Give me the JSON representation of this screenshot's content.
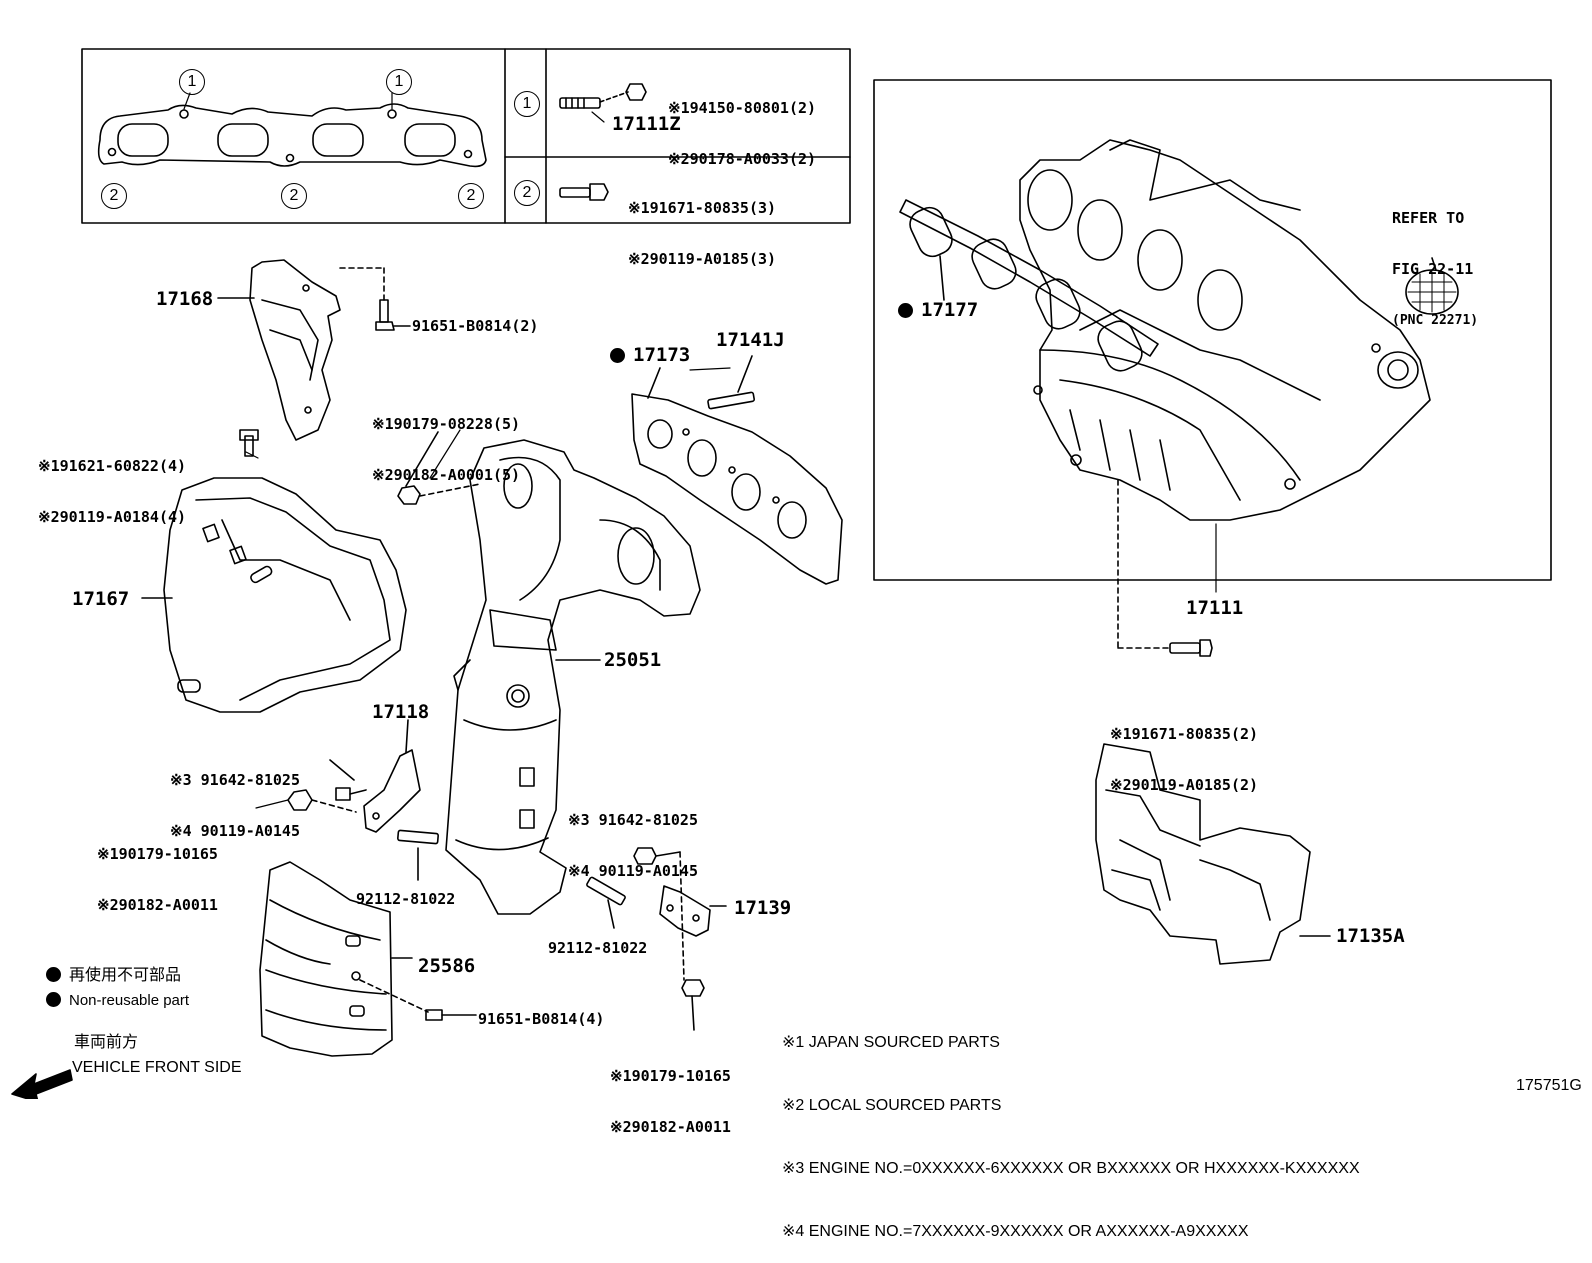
{
  "inset": {
    "callout_1": "1",
    "callout_2": "2",
    "row1": {
      "ref": "1",
      "lines": [
        "※194150-80801(2)",
        "※290178-A0033(2)"
      ],
      "part": "17111Z"
    },
    "row2": {
      "ref": "2",
      "lines": [
        "※191671-80835(3)",
        "※290119-A0185(3)"
      ]
    }
  },
  "parts": {
    "p17168": "17168",
    "p91651_2": "91651-B0814(2)",
    "p17173": "17173",
    "p17141J": "17141J",
    "p17177": "17177",
    "refer": [
      "REFER TO",
      "FIG 22-11",
      "(PNC 22271)"
    ],
    "p17111": "17111",
    "fasteners_a": [
      "※190179-08228(5)",
      "※290182-A0001(5)"
    ],
    "fasteners_b": [
      "※191621-60822(4)",
      "※290119-A0184(4)"
    ],
    "p17167": "17167",
    "p25051": "25051",
    "p17118": "17118",
    "fasteners_c": [
      "※3 91642-81025",
      "※4 90119-A0145"
    ],
    "fasteners_d": [
      "※190179-10165",
      "※290182-A0011"
    ],
    "fasteners_e": [
      "※3 91642-81025",
      "※4 90119-A0145"
    ],
    "p92112_left": "92112-81022",
    "p92112_right": "92112-81022",
    "p17139": "17139",
    "fasteners_f": [
      "※191671-80835(2)",
      "※290119-A0185(2)"
    ],
    "p17135A": "17135A",
    "p25586": "25586",
    "p91651_4": "91651-B0814(4)",
    "fasteners_g": [
      "※190179-10165",
      "※290182-A0011"
    ]
  },
  "legend": {
    "nonreusable_jp": "再使用不可部品",
    "nonreusable_en": "Non-reusable part",
    "front_jp": "車両前方",
    "front_en": "VEHICLE FRONT SIDE"
  },
  "notes": [
    "※1 JAPAN SOURCED PARTS",
    "※2 LOCAL SOURCED PARTS",
    "※3 ENGINE NO.=0XXXXXX-6XXXXXX OR BXXXXXX OR HXXXXXX-KXXXXXX",
    "※4 ENGINE NO.=7XXXXXX-9XXXXXX OR AXXXXXX-A9XXXXX"
  ],
  "figure_id": "175751G"
}
